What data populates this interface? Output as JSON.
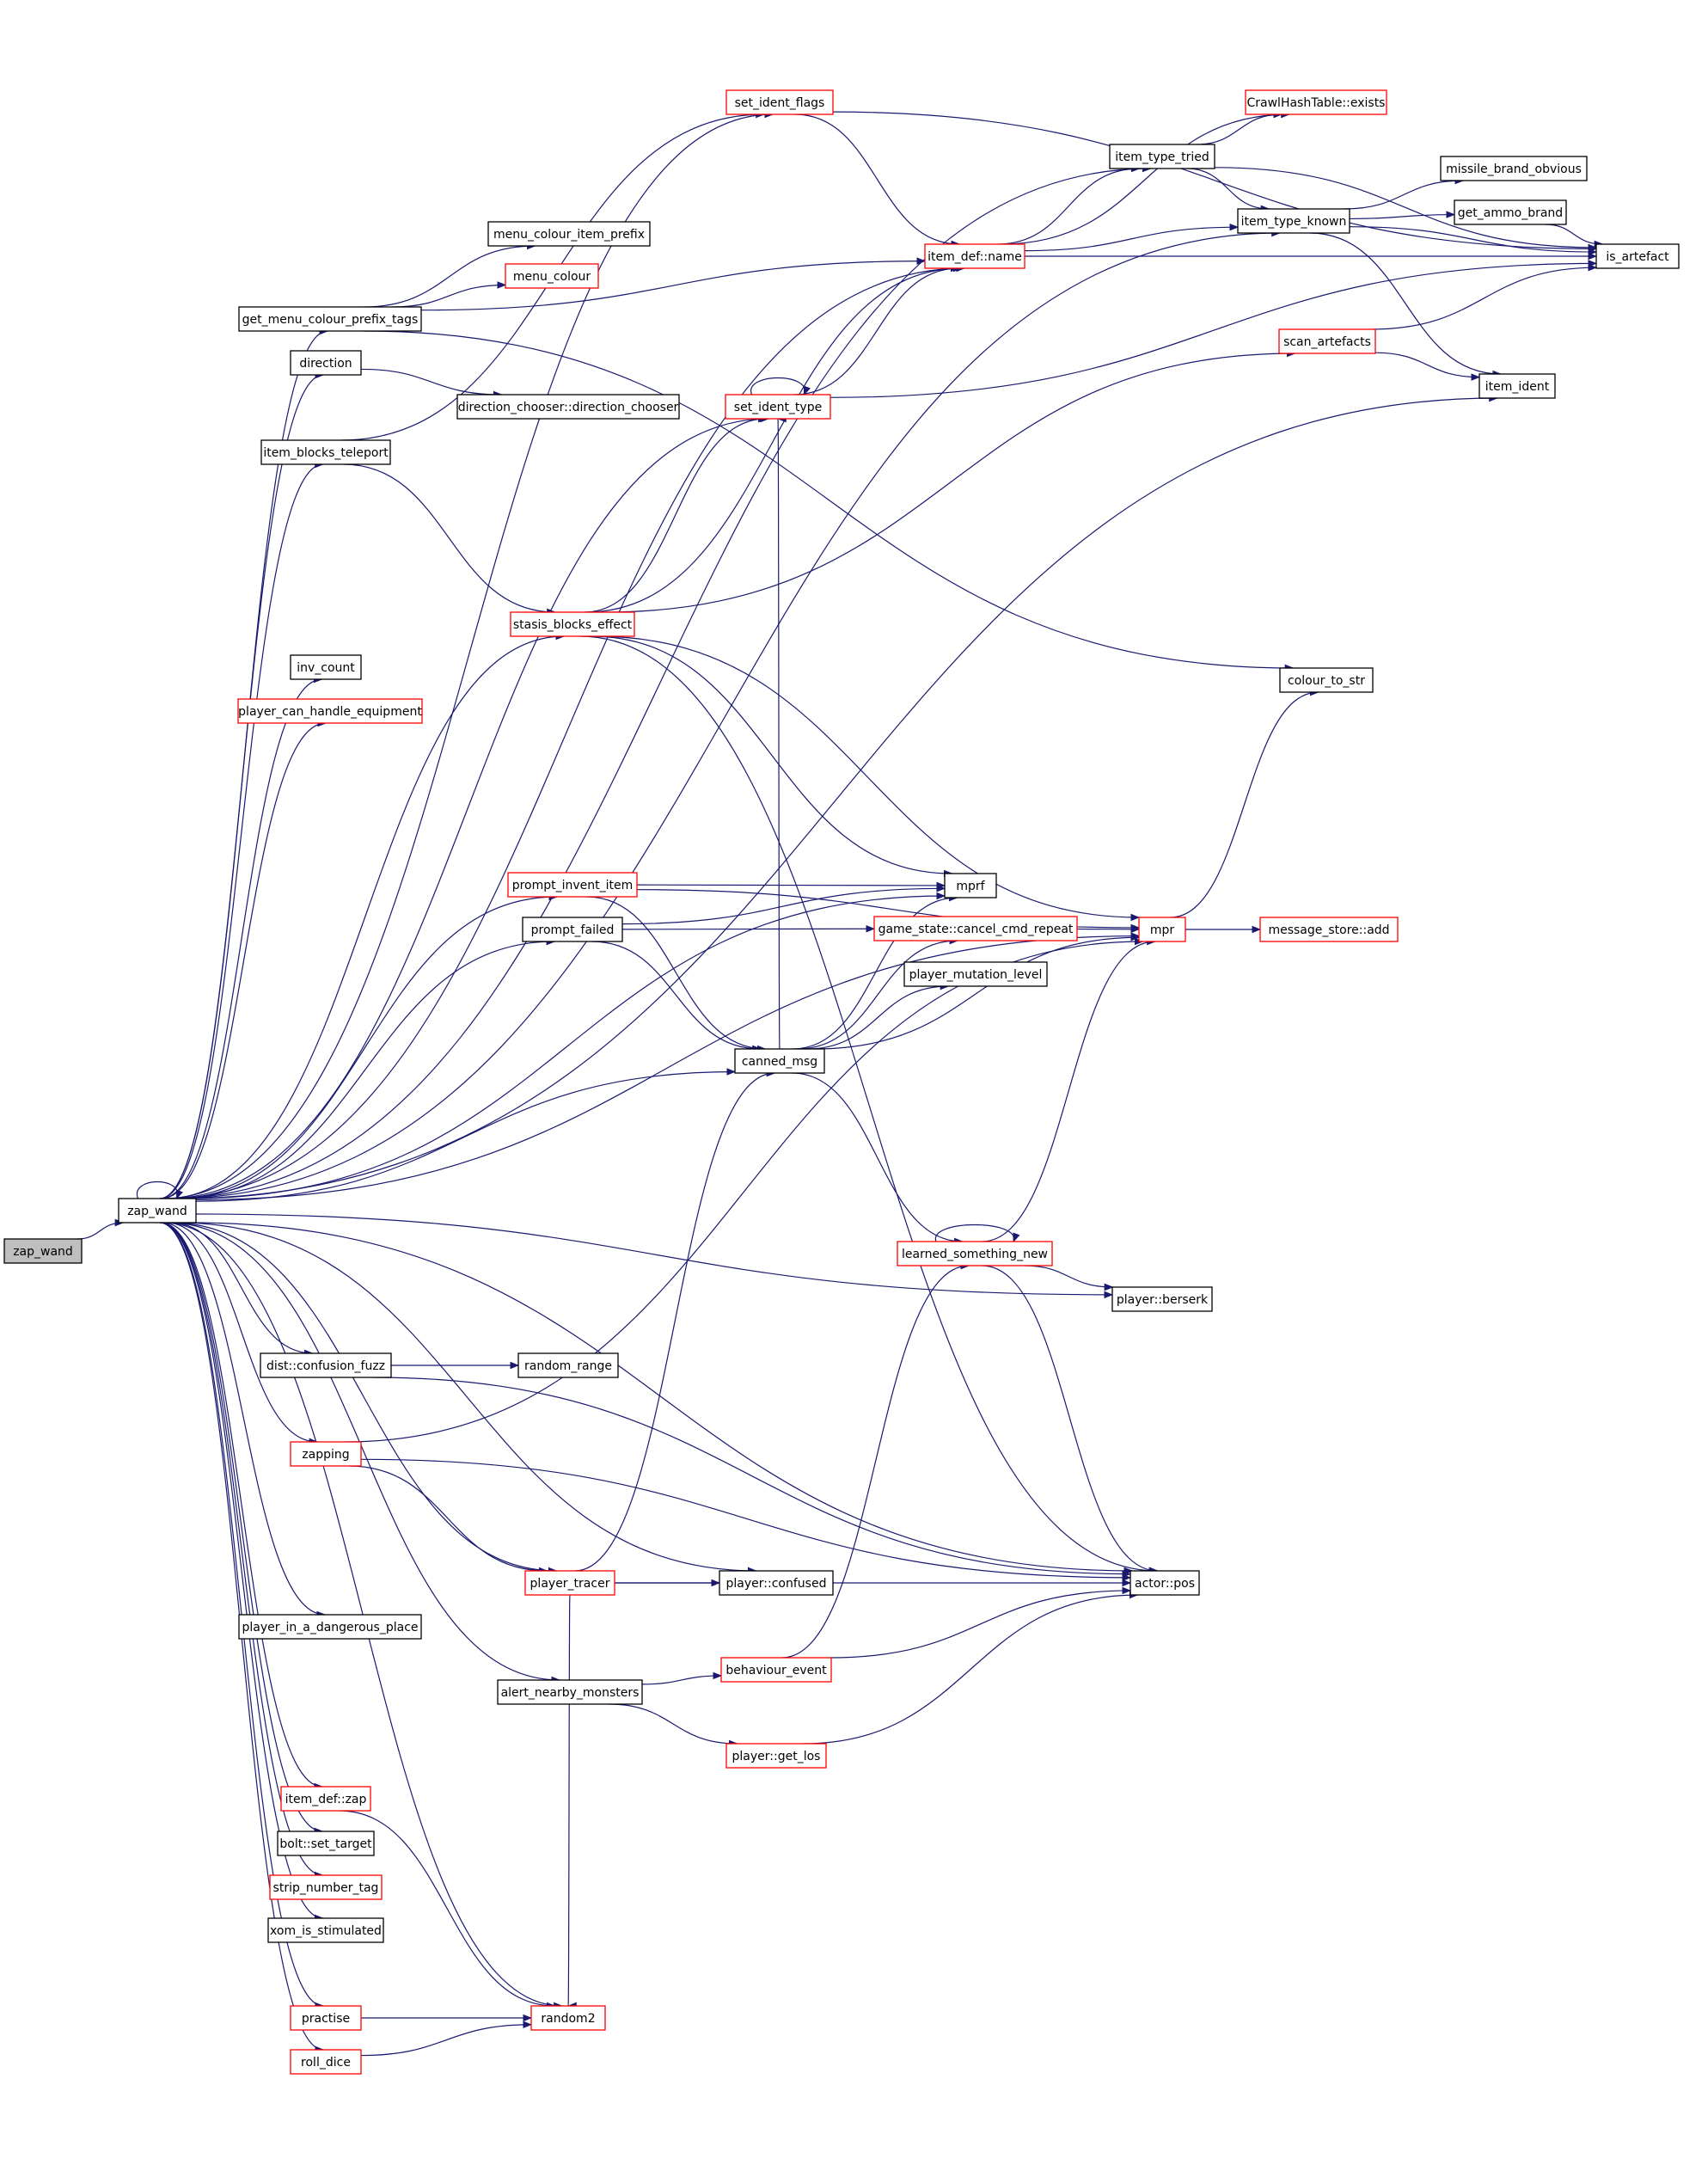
{
  "colors": {
    "edge": "#191970",
    "normal_border": "#000000",
    "truncated_border": "#ff0000",
    "root_fill": "#bfbfbf",
    "fill": "#ffffff"
  },
  "nodes": [
    {
      "id": "zap_wand_root",
      "label": "zap_wand",
      "style": "root"
    },
    {
      "id": "zap_wand",
      "label": "zap_wand",
      "style": "normal"
    },
    {
      "id": "set_ident_flags",
      "label": "set_ident_flags",
      "style": "red"
    },
    {
      "id": "crawlhashtable_exists",
      "label": "CrawlHashTable::exists",
      "style": "red"
    },
    {
      "id": "item_type_tried",
      "label": "item_type_tried",
      "style": "normal"
    },
    {
      "id": "missile_brand_obvious",
      "label": "missile_brand_obvious",
      "style": "normal"
    },
    {
      "id": "menu_colour_item_prefix",
      "label": "menu_colour_item_prefix",
      "style": "normal"
    },
    {
      "id": "item_type_known",
      "label": "item_type_known",
      "style": "normal"
    },
    {
      "id": "get_ammo_brand",
      "label": "get_ammo_brand",
      "style": "normal"
    },
    {
      "id": "item_def_name",
      "label": "item_def::name",
      "style": "red"
    },
    {
      "id": "is_artefact",
      "label": "is_artefact",
      "style": "normal"
    },
    {
      "id": "menu_colour",
      "label": "menu_colour",
      "style": "red"
    },
    {
      "id": "get_menu_colour_prefix_tags",
      "label": "get_menu_colour_prefix_tags",
      "style": "normal"
    },
    {
      "id": "scan_artefacts",
      "label": "scan_artefacts",
      "style": "red"
    },
    {
      "id": "direction",
      "label": "direction",
      "style": "normal"
    },
    {
      "id": "item_ident",
      "label": "item_ident",
      "style": "normal"
    },
    {
      "id": "direction_chooser",
      "label": "direction_chooser::direction_chooser",
      "style": "normal"
    },
    {
      "id": "set_ident_type",
      "label": "set_ident_type",
      "style": "red"
    },
    {
      "id": "item_blocks_teleport",
      "label": "item_blocks_teleport",
      "style": "normal"
    },
    {
      "id": "stasis_blocks_effect",
      "label": "stasis_blocks_effect",
      "style": "red"
    },
    {
      "id": "inv_count",
      "label": "inv_count",
      "style": "normal"
    },
    {
      "id": "colour_to_str",
      "label": "colour_to_str",
      "style": "normal"
    },
    {
      "id": "player_can_handle_equipment",
      "label": "player_can_handle_equipment",
      "style": "red"
    },
    {
      "id": "prompt_invent_item",
      "label": "prompt_invent_item",
      "style": "red"
    },
    {
      "id": "mprf",
      "label": "mprf",
      "style": "normal"
    },
    {
      "id": "prompt_failed",
      "label": "prompt_failed",
      "style": "normal"
    },
    {
      "id": "game_state_cancel_cmd_repeat",
      "label": "game_state::cancel_cmd_repeat",
      "style": "red"
    },
    {
      "id": "mpr",
      "label": "mpr",
      "style": "red"
    },
    {
      "id": "message_store_add",
      "label": "message_store::add",
      "style": "red"
    },
    {
      "id": "player_mutation_level",
      "label": "player_mutation_level",
      "style": "normal"
    },
    {
      "id": "canned_msg",
      "label": "canned_msg",
      "style": "normal"
    },
    {
      "id": "learned_something_new",
      "label": "learned_something_new",
      "style": "red"
    },
    {
      "id": "player_berserk",
      "label": "player::berserk",
      "style": "normal"
    },
    {
      "id": "dist_confusion_fuzz",
      "label": "dist::confusion_fuzz",
      "style": "normal"
    },
    {
      "id": "random_range",
      "label": "random_range",
      "style": "normal"
    },
    {
      "id": "zapping",
      "label": "zapping",
      "style": "red"
    },
    {
      "id": "player_tracer",
      "label": "player_tracer",
      "style": "red"
    },
    {
      "id": "player_confused",
      "label": "player::confused",
      "style": "normal"
    },
    {
      "id": "actor_pos",
      "label": "actor::pos",
      "style": "normal"
    },
    {
      "id": "player_in_a_dangerous_place",
      "label": "player_in_a_dangerous_place",
      "style": "normal"
    },
    {
      "id": "behaviour_event",
      "label": "behaviour_event",
      "style": "red"
    },
    {
      "id": "alert_nearby_monsters",
      "label": "alert_nearby_monsters",
      "style": "normal"
    },
    {
      "id": "player_get_los",
      "label": "player::get_los",
      "style": "red"
    },
    {
      "id": "item_def_zap",
      "label": "item_def::zap",
      "style": "red"
    },
    {
      "id": "bolt_set_target",
      "label": "bolt::set_target",
      "style": "normal"
    },
    {
      "id": "strip_number_tag",
      "label": "strip_number_tag",
      "style": "red"
    },
    {
      "id": "xom_is_stimulated",
      "label": "xom_is_stimulated",
      "style": "normal"
    },
    {
      "id": "practise",
      "label": "practise",
      "style": "red"
    },
    {
      "id": "random2",
      "label": "random2",
      "style": "red"
    },
    {
      "id": "roll_dice",
      "label": "roll_dice",
      "style": "red"
    }
  ],
  "edges": [
    [
      "zap_wand_root",
      "zap_wand"
    ],
    [
      "zap_wand",
      "zap_wand"
    ],
    [
      "zap_wand",
      "set_ident_flags"
    ],
    [
      "zap_wand",
      "item_type_tried"
    ],
    [
      "zap_wand",
      "item_type_known"
    ],
    [
      "zap_wand",
      "item_def_name"
    ],
    [
      "zap_wand",
      "get_menu_colour_prefix_tags"
    ],
    [
      "zap_wand",
      "direction"
    ],
    [
      "zap_wand",
      "set_ident_type"
    ],
    [
      "zap_wand",
      "item_blocks_teleport"
    ],
    [
      "zap_wand",
      "stasis_blocks_effect"
    ],
    [
      "zap_wand",
      "inv_count"
    ],
    [
      "zap_wand",
      "player_can_handle_equipment"
    ],
    [
      "zap_wand",
      "prompt_invent_item"
    ],
    [
      "zap_wand",
      "mprf"
    ],
    [
      "zap_wand",
      "prompt_failed"
    ],
    [
      "zap_wand",
      "canned_msg"
    ],
    [
      "zap_wand",
      "mpr"
    ],
    [
      "zap_wand",
      "item_ident"
    ],
    [
      "zap_wand",
      "player_berserk"
    ],
    [
      "zap_wand",
      "dist_confusion_fuzz"
    ],
    [
      "zap_wand",
      "zapping"
    ],
    [
      "zap_wand",
      "player_tracer"
    ],
    [
      "zap_wand",
      "player_confused"
    ],
    [
      "zap_wand",
      "actor_pos"
    ],
    [
      "zap_wand",
      "player_in_a_dangerous_place"
    ],
    [
      "zap_wand",
      "alert_nearby_monsters"
    ],
    [
      "zap_wand",
      "item_def_zap"
    ],
    [
      "zap_wand",
      "bolt_set_target"
    ],
    [
      "zap_wand",
      "strip_number_tag"
    ],
    [
      "zap_wand",
      "xom_is_stimulated"
    ],
    [
      "zap_wand",
      "practise"
    ],
    [
      "zap_wand",
      "random2"
    ],
    [
      "zap_wand",
      "roll_dice"
    ],
    [
      "set_ident_flags",
      "is_artefact"
    ],
    [
      "set_ident_flags",
      "item_def_name"
    ],
    [
      "item_type_tried",
      "crawlhashtable_exists"
    ],
    [
      "item_type_tried",
      "is_artefact"
    ],
    [
      "item_type_tried",
      "item_type_known"
    ],
    [
      "item_type_known",
      "missile_brand_obvious"
    ],
    [
      "item_type_known",
      "get_ammo_brand"
    ],
    [
      "item_type_known",
      "is_artefact"
    ],
    [
      "item_type_known",
      "item_ident"
    ],
    [
      "get_ammo_brand",
      "is_artefact"
    ],
    [
      "item_def_name",
      "crawlhashtable_exists"
    ],
    [
      "item_def_name",
      "item_type_tried"
    ],
    [
      "item_def_name",
      "item_type_known"
    ],
    [
      "item_def_name",
      "is_artefact"
    ],
    [
      "get_menu_colour_prefix_tags",
      "menu_colour_item_prefix"
    ],
    [
      "get_menu_colour_prefix_tags",
      "menu_colour"
    ],
    [
      "get_menu_colour_prefix_tags",
      "item_def_name"
    ],
    [
      "get_menu_colour_prefix_tags",
      "colour_to_str"
    ],
    [
      "scan_artefacts",
      "is_artefact"
    ],
    [
      "scan_artefacts",
      "item_ident"
    ],
    [
      "direction",
      "direction_chooser"
    ],
    [
      "set_ident_type",
      "set_ident_type"
    ],
    [
      "set_ident_type",
      "item_def_name"
    ],
    [
      "set_ident_type",
      "is_artefact"
    ],
    [
      "item_blocks_teleport",
      "set_ident_flags"
    ],
    [
      "item_blocks_teleport",
      "stasis_blocks_effect"
    ],
    [
      "stasis_blocks_effect",
      "set_ident_type"
    ],
    [
      "stasis_blocks_effect",
      "item_def_name"
    ],
    [
      "stasis_blocks_effect",
      "mprf"
    ],
    [
      "stasis_blocks_effect",
      "mpr"
    ],
    [
      "stasis_blocks_effect",
      "actor_pos"
    ],
    [
      "stasis_blocks_effect",
      "scan_artefacts"
    ],
    [
      "prompt_invent_item",
      "mprf"
    ],
    [
      "prompt_invent_item",
      "canned_msg"
    ],
    [
      "prompt_invent_item",
      "mpr"
    ],
    [
      "prompt_failed",
      "mprf"
    ],
    [
      "prompt_failed",
      "canned_msg"
    ],
    [
      "prompt_failed",
      "game_state_cancel_cmd_repeat"
    ],
    [
      "game_state_cancel_cmd_repeat",
      "mpr"
    ],
    [
      "mpr",
      "message_store_add"
    ],
    [
      "mpr",
      "colour_to_str"
    ],
    [
      "canned_msg",
      "mprf"
    ],
    [
      "canned_msg",
      "game_state_cancel_cmd_repeat"
    ],
    [
      "canned_msg",
      "player_mutation_level"
    ],
    [
      "canned_msg",
      "mpr"
    ],
    [
      "canned_msg",
      "learned_something_new"
    ],
    [
      "canned_msg",
      "set_ident_type"
    ],
    [
      "learned_something_new",
      "learned_something_new"
    ],
    [
      "learned_something_new",
      "mpr"
    ],
    [
      "learned_something_new",
      "player_berserk"
    ],
    [
      "learned_something_new",
      "actor_pos"
    ],
    [
      "dist_confusion_fuzz",
      "random_range"
    ],
    [
      "dist_confusion_fuzz",
      "actor_pos"
    ],
    [
      "zapping",
      "player_tracer"
    ],
    [
      "zapping",
      "actor_pos"
    ],
    [
      "zapping",
      "mpr"
    ],
    [
      "player_tracer",
      "player_confused"
    ],
    [
      "player_tracer",
      "actor_pos"
    ],
    [
      "player_tracer",
      "canned_msg"
    ],
    [
      "player_tracer",
      "random2"
    ],
    [
      "alert_nearby_monsters",
      "behaviour_event"
    ],
    [
      "alert_nearby_monsters",
      "player_get_los"
    ],
    [
      "behaviour_event",
      "actor_pos"
    ],
    [
      "behaviour_event",
      "learned_something_new"
    ],
    [
      "player_get_los",
      "actor_pos"
    ],
    [
      "item_def_zap",
      "random2"
    ],
    [
      "practise",
      "random2"
    ],
    [
      "roll_dice",
      "random2"
    ]
  ]
}
